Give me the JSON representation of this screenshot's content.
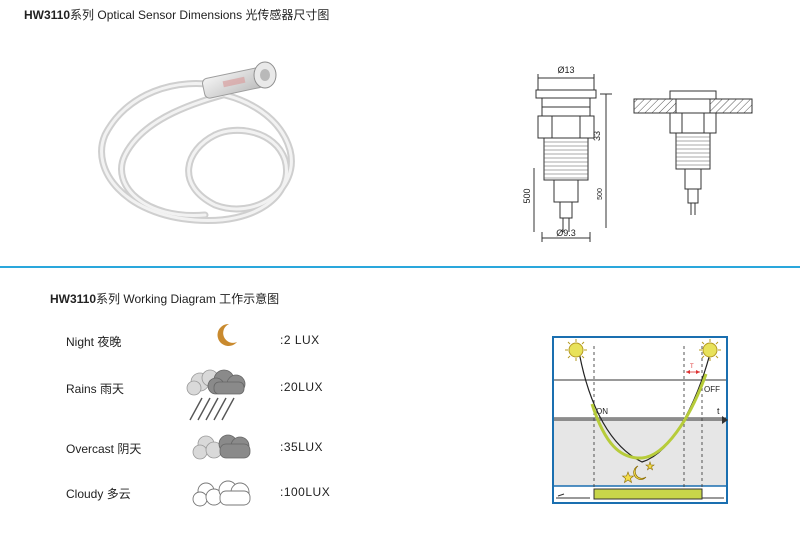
{
  "dimensions_title": {
    "code": "HW3110",
    "text": "系列 Optical Sensor Dimensions 光传感器尺寸图"
  },
  "working_title": {
    "code": "HW3110",
    "text": "系列 Working Diagram 工作示意图"
  },
  "drawing": {
    "top_diameter": "Ø13",
    "height": "33",
    "cable_length_left": "500",
    "cable_length_right": "500",
    "bottom_diameter": "Ø9.3"
  },
  "conditions": [
    {
      "label": "Night 夜晚",
      "lux": ":2  LUX",
      "icon": "moon-icon"
    },
    {
      "label": "Rains 雨天",
      "lux": ":20LUX",
      "icon": "rain-cloud-icon"
    },
    {
      "label": "Overcast 阴天",
      "lux": ":35LUX",
      "icon": "overcast-cloud-icon"
    },
    {
      "label": "Cloudy 多云",
      "lux": ":100LUX",
      "icon": "cloudy-icon"
    }
  ],
  "working_diagram": {
    "on_label": "ON",
    "off_label": "OFF",
    "axis_label": "t",
    "delay_label": "T",
    "colors": {
      "frame": "#1a6fb0",
      "curve": "#b7cc3a",
      "band": "#e6e6e6",
      "bar": "#c8d64a"
    }
  }
}
